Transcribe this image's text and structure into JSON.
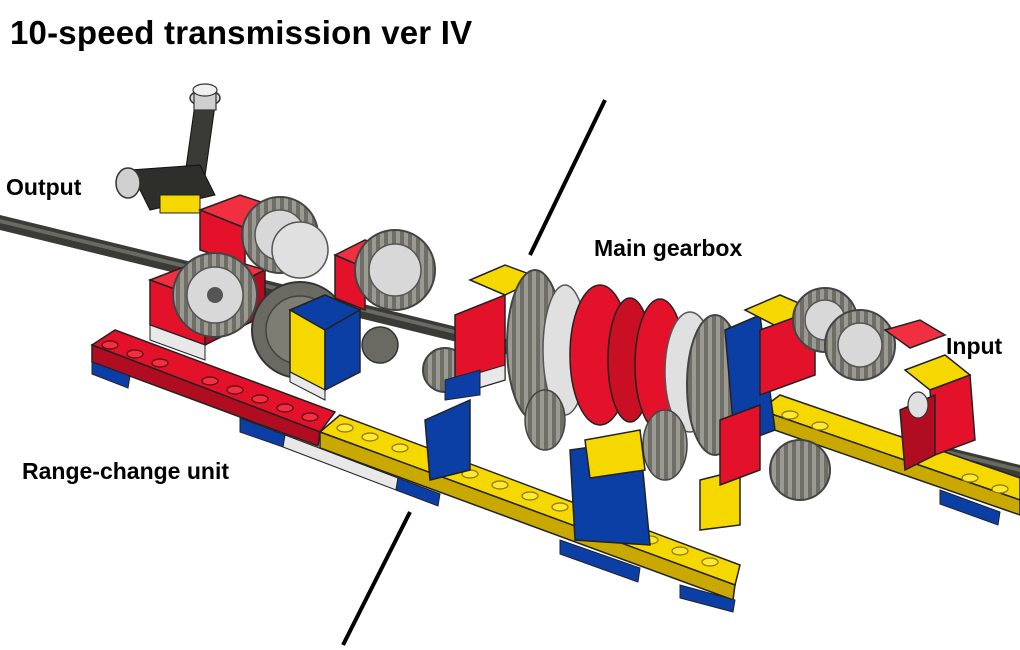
{
  "title": "10-speed transmission ver IV",
  "labels": {
    "output": "Output",
    "main_gearbox": "Main gearbox",
    "input": "Input",
    "range_change_unit": "Range-change unit"
  },
  "colors": {
    "brick_red": "#e3112a",
    "brick_yellow": "#f5d800",
    "brick_blue": "#0b3fa6",
    "brick_white": "#e8e8e8",
    "gear_gray": "#8a8a80",
    "gear_light": "#d8d8d8",
    "axle_dark": "#3a3a36",
    "line": "#000000"
  }
}
